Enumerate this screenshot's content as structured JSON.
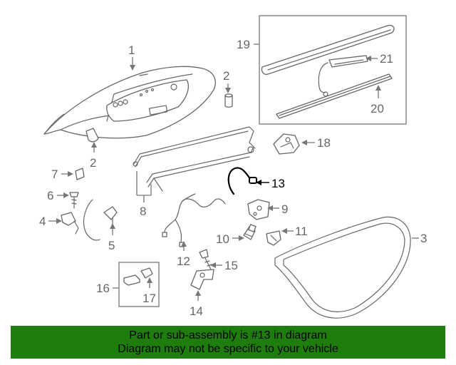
{
  "callouts": {
    "c1": "1",
    "c2a": "2",
    "c2b": "2",
    "c3": "3",
    "c4": "4",
    "c5": "5",
    "c6": "6",
    "c7": "7",
    "c8": "8",
    "c9": "9",
    "c10": "10",
    "c11": "11",
    "c12": "12",
    "c13": "13",
    "c14": "14",
    "c15": "15",
    "c16": "16",
    "c17": "17",
    "c18": "18",
    "c19": "19",
    "c20": "20",
    "c21": "21"
  },
  "highlighted_part": "13",
  "colors": {
    "banner": "#1e7d0d",
    "line": "#666666",
    "highlight": "#000000"
  },
  "footer": {
    "line1": "Part or sub-assembly is #13 in diagram",
    "line2": "Diagram may not be specific to your vehicle"
  }
}
